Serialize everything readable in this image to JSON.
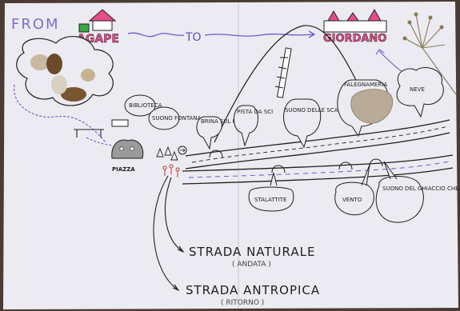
{
  "header": {
    "from_word": "FROM",
    "origin": "AGAPE",
    "to_word": "TO",
    "destination": "GIORDANO"
  },
  "stops": {
    "biblioteca": "BIBLIOTECA",
    "suono_fontana": "SUONO FONTANA",
    "piazza": "PIAZZA",
    "brina_sul_ponte": "BRINA SUL PONTE",
    "pista_da_sci": "PISTA DA SCI",
    "suono_scarpe": "SUONO DELLE SCARPE SULLA NEVE",
    "falegnameria": "FALEGNAMERIA",
    "neve": "NEVE",
    "stalattite": "STALATTITE",
    "vento": "VENTO",
    "suono_ghiaccio": "SUONO DEL GHIACCIO CHE SI ROMPE"
  },
  "legend": {
    "natural_road": "STRADA NATURALE",
    "natural_road_sub": "( ANDATA )",
    "anthropic_road": "STRADA ANTROPICA",
    "anthropic_road_sub": "( RITORNO )"
  },
  "colors": {
    "paper": "#ecebf1",
    "ink": "#1f1f1f",
    "purple": "#6a5acd",
    "pink": "#e74c8b",
    "green": "#39a845",
    "table": "#4a3c33"
  }
}
